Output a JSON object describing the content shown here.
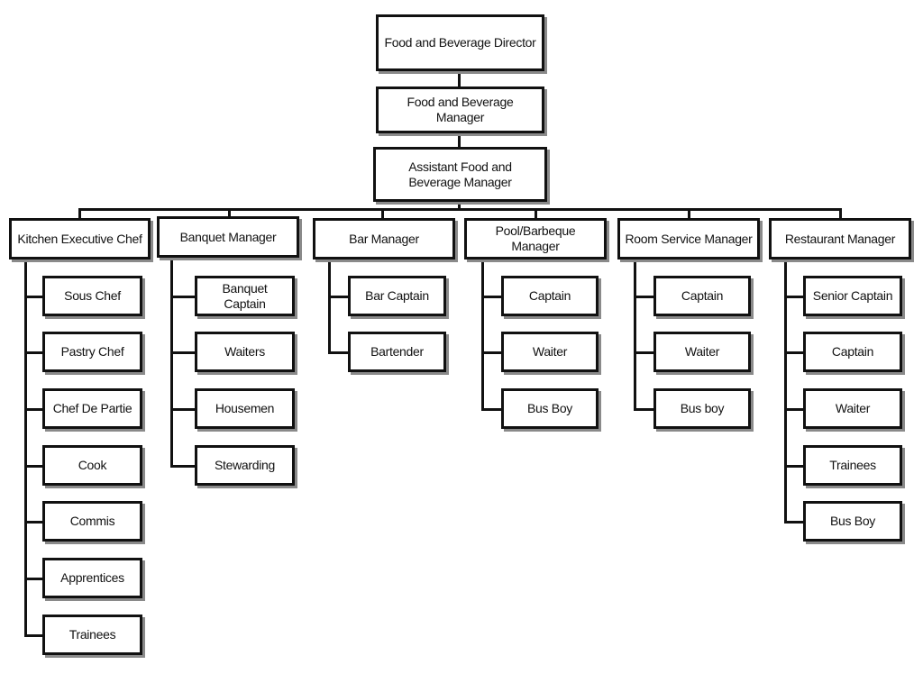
{
  "chart": {
    "director": "Food and Beverage Director",
    "manager": "Food and Beverage Manager",
    "assistant_manager": "Assistant Food and Beverage Manager",
    "departments": [
      {
        "id": "kitchen",
        "label": "Kitchen Executive  Chef",
        "children": [
          "Sous Chef",
          "Pastry Chef",
          "Chef De Partie",
          "Cook",
          "Commis",
          "Apprentices",
          "Trainees"
        ]
      },
      {
        "id": "banquet",
        "label": "Banquet Manager",
        "children": [
          "Banquet Captain",
          "Waiters",
          "Housemen",
          "Stewarding"
        ]
      },
      {
        "id": "bar",
        "label": "Bar Manager",
        "children": [
          "Bar Captain",
          "Bartender"
        ]
      },
      {
        "id": "pool-barbeque",
        "label": "Pool/Barbeque Manager",
        "children": [
          "Captain",
          "Waiter",
          "Bus Boy"
        ]
      },
      {
        "id": "room-service",
        "label": "Room Service Manager",
        "children": [
          "Captain",
          "Waiter",
          "Bus boy"
        ]
      },
      {
        "id": "restaurant",
        "label": "Restaurant Manager",
        "children": [
          "Senior Captain",
          "Captain",
          "Waiter",
          "Trainees",
          "Bus Boy"
        ]
      }
    ]
  }
}
